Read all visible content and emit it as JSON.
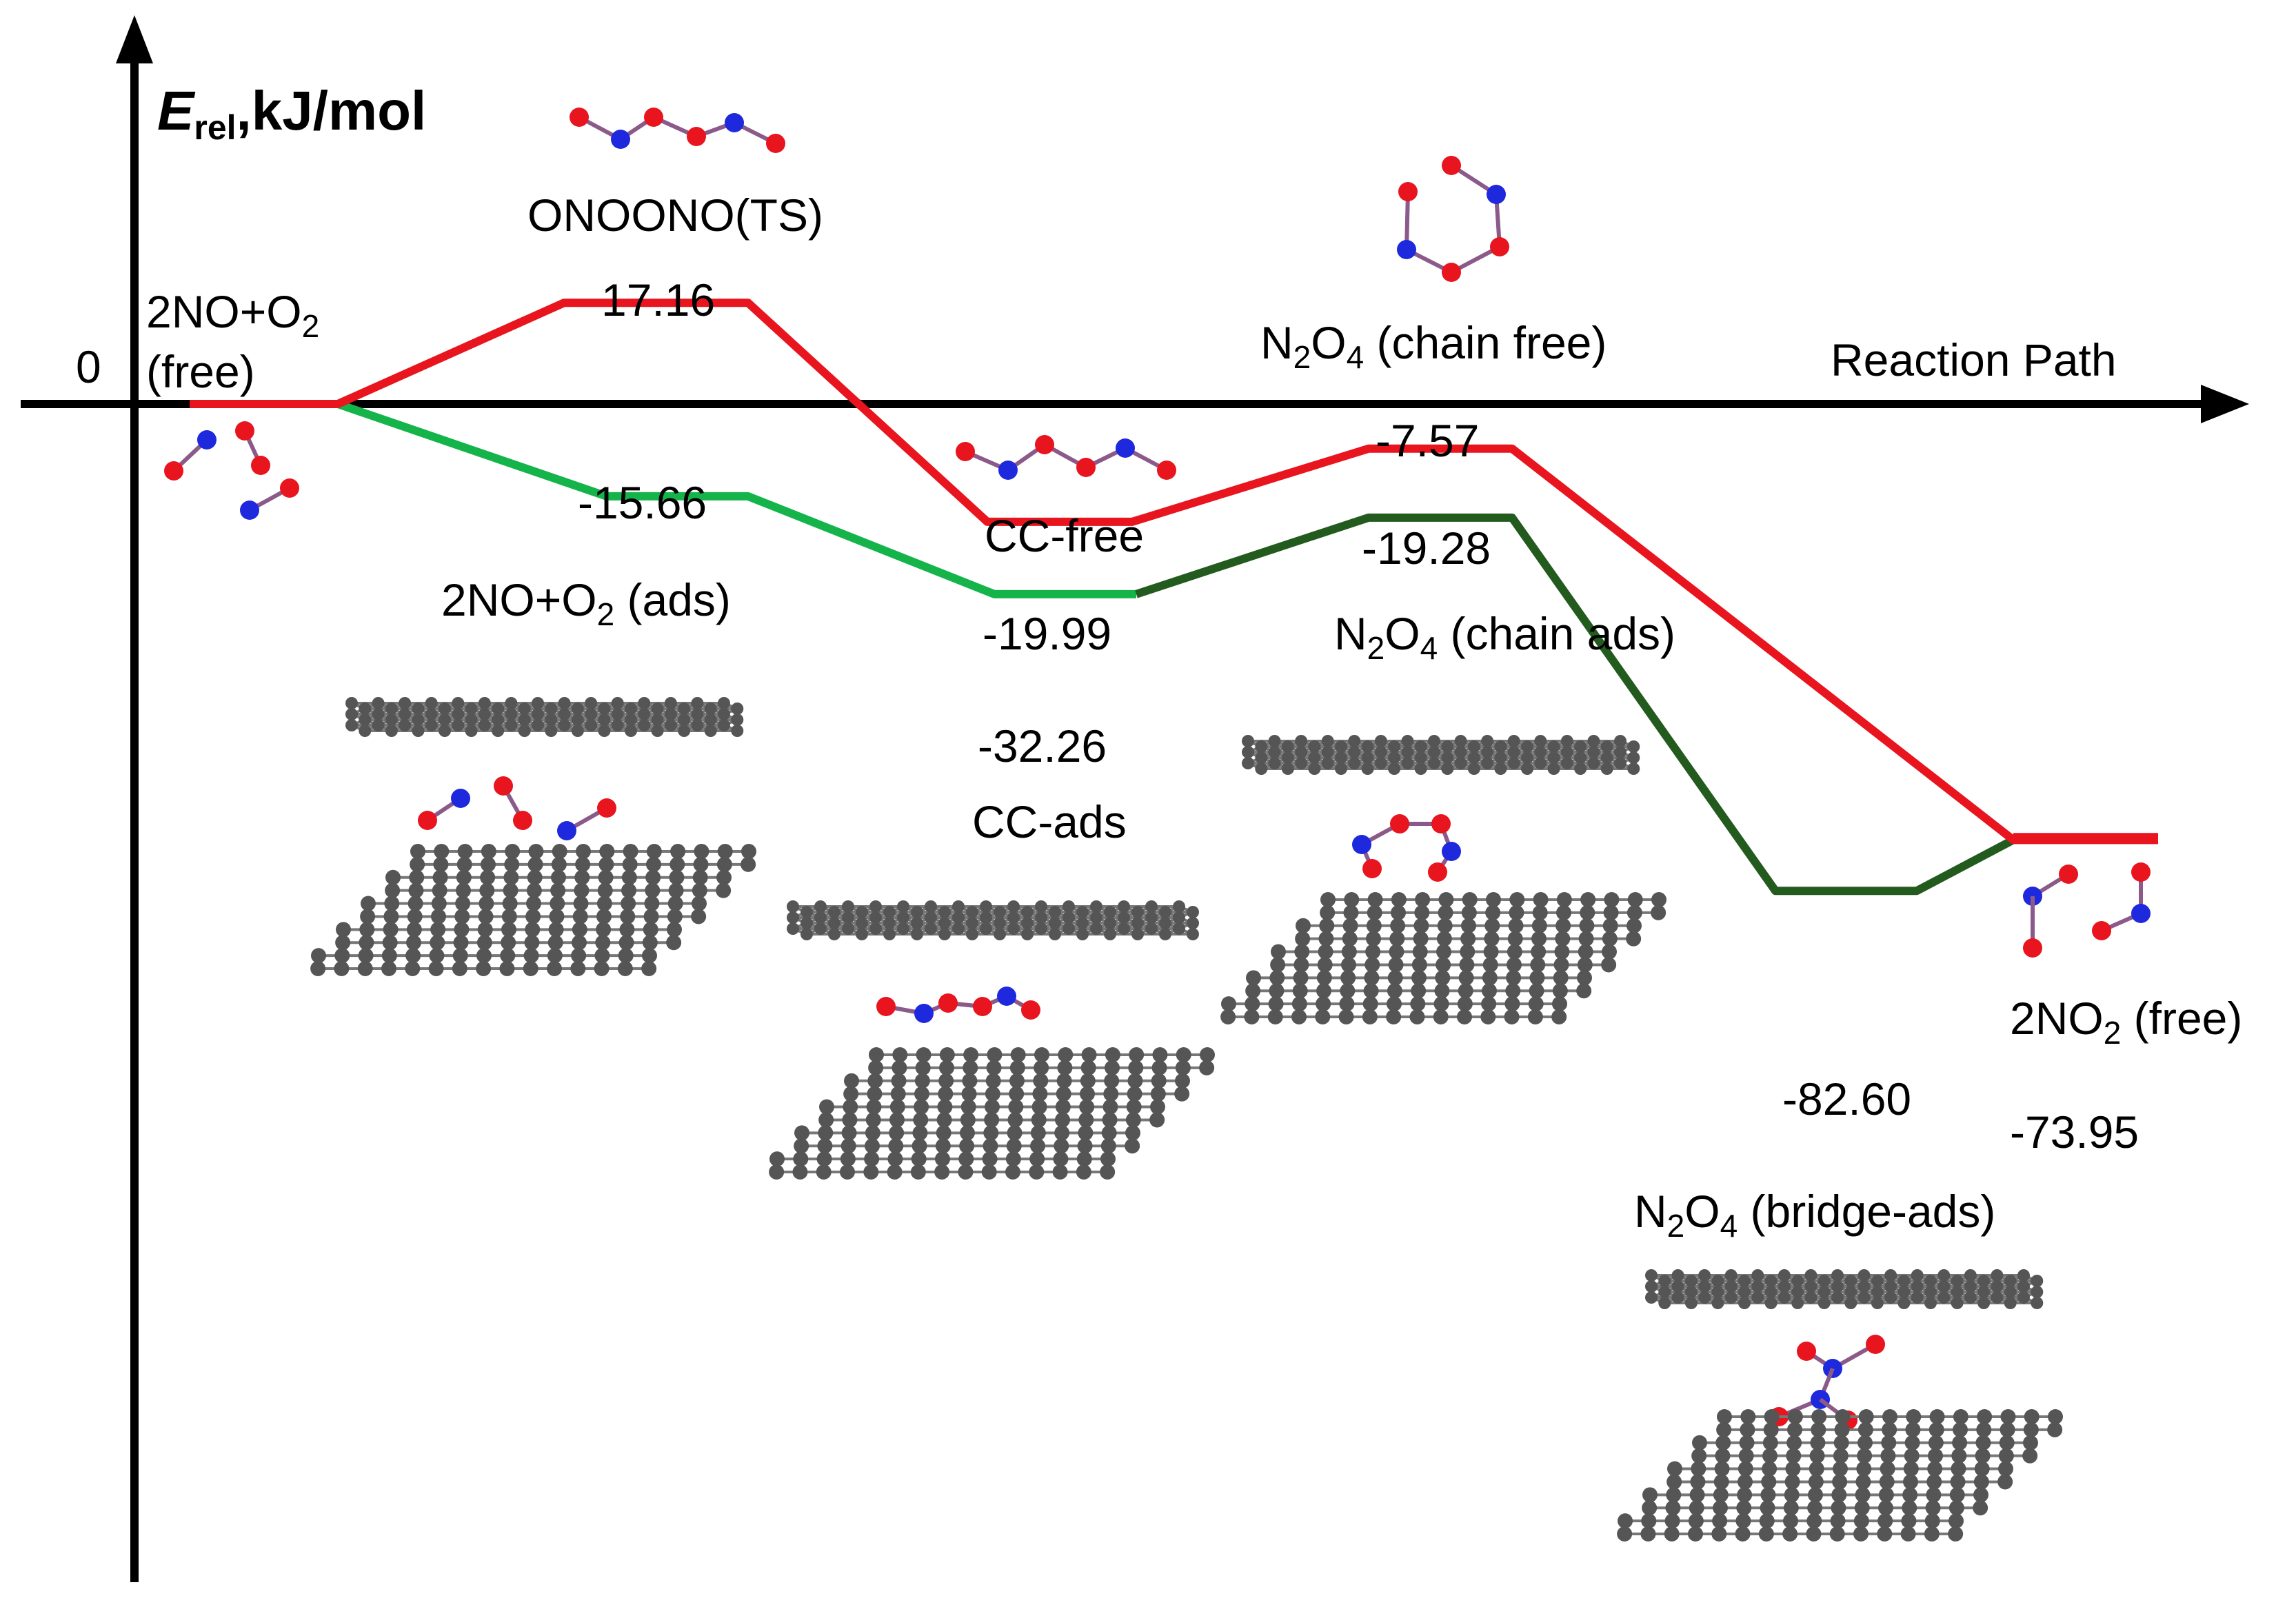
{
  "axis": {
    "y_label_main": "E",
    "y_label_sub": "rel",
    "y_label_unit": ",kJ/mol",
    "x_label": "Reaction Path",
    "zero_label": "0"
  },
  "colors": {
    "free_path": "#e8141e",
    "ads_path_light": "#14b44b",
    "ads_path_dark": "#235a1e",
    "oxygen": "#e8141e",
    "nitrogen": "#1e28dc",
    "carbon": "#555555"
  },
  "states": {
    "start_free_1": "2NO+O",
    "start_free_1_sub": "2",
    "start_free_2": "(free)",
    "ts": "ONOONO(TS)",
    "ts_value": "17.16",
    "ads1_value": "-15.66",
    "ads1_label": "2NO+O",
    "ads1_label_sub": "2",
    "ads1_label_tail": " (ads)",
    "cc_free_label": "CC-free",
    "cc_free_value": "-19.99",
    "cc_ads_value": "-32.26",
    "cc_ads_label": "CC-ads",
    "chain_free_label": "N",
    "chain_free_sub1": "2",
    "chain_free_mid": "O",
    "chain_free_sub2": "4",
    "chain_free_tail": " (chain free)",
    "chain_free_value": "-7.57",
    "chain_ads_value": "-19.28",
    "chain_ads_label": "N",
    "chain_ads_sub1": "2",
    "chain_ads_mid": "O",
    "chain_ads_sub2": "4",
    "chain_ads_tail": " (chain ads)",
    "bridge_value": "-82.60",
    "bridge_label": "N",
    "bridge_sub1": "2",
    "bridge_mid": "O",
    "bridge_sub2": "4",
    "bridge_tail": " (bridge-ads)",
    "end_label": "2NO",
    "end_label_sub": "2",
    "end_label_tail": " (free)",
    "end_value": "-73.95"
  },
  "pathways": {
    "free": {
      "energies": [
        0,
        17.16,
        -19.99,
        -7.57,
        -73.95
      ]
    },
    "adsorbed": {
      "energies": [
        0,
        -15.66,
        -32.26,
        -19.28,
        -82.6,
        -73.95
      ]
    }
  }
}
